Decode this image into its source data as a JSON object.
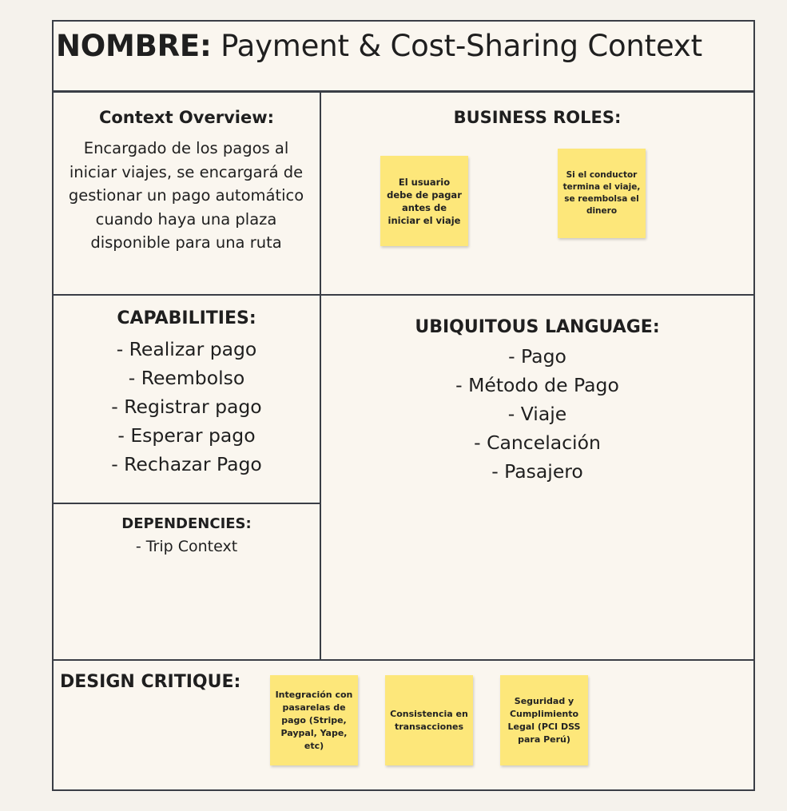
{
  "header": {
    "name_label": "NOMBRE:",
    "name_value": "Payment & Cost-Sharing Context"
  },
  "overview": {
    "heading": "Context Overview:",
    "text": "Encargado de los pagos al iniciar viajes, se encargará de gestionar un pago automático cuando haya una plaza disponible para una ruta"
  },
  "business_roles": {
    "heading": "BUSINESS ROLES:",
    "notes": [
      "El usuario debe de pagar antes de iniciar el viaje",
      "Si el conductor termina el viaje, se reembolsa el dinero"
    ]
  },
  "capabilities": {
    "heading": "CAPABILITIES:",
    "items": [
      "- Realizar pago",
      "- Reembolso",
      "- Registrar pago",
      "- Esperar pago",
      "- Rechazar Pago"
    ]
  },
  "ubiquitous_language": {
    "heading": "UBIQUITOUS LANGUAGE:",
    "items": [
      "- Pago",
      "- Método de Pago",
      "- Viaje",
      "- Cancelación",
      "- Pasajero"
    ]
  },
  "dependencies": {
    "heading": "DEPENDENCIES:",
    "items": [
      "- Trip Context"
    ]
  },
  "design_critique": {
    "heading": "DESIGN CRITIQUE:",
    "notes": [
      "Integración con pasarelas de pago (Stripe, Paypal, Yape, etc)",
      "Consistencia en transacciones",
      "Seguridad y Cumplimiento Legal (PCI DSS para Perú)"
    ]
  },
  "colors": {
    "sticky": "#fde77a",
    "border": "#3a3e46",
    "background": "#faf6ef"
  }
}
